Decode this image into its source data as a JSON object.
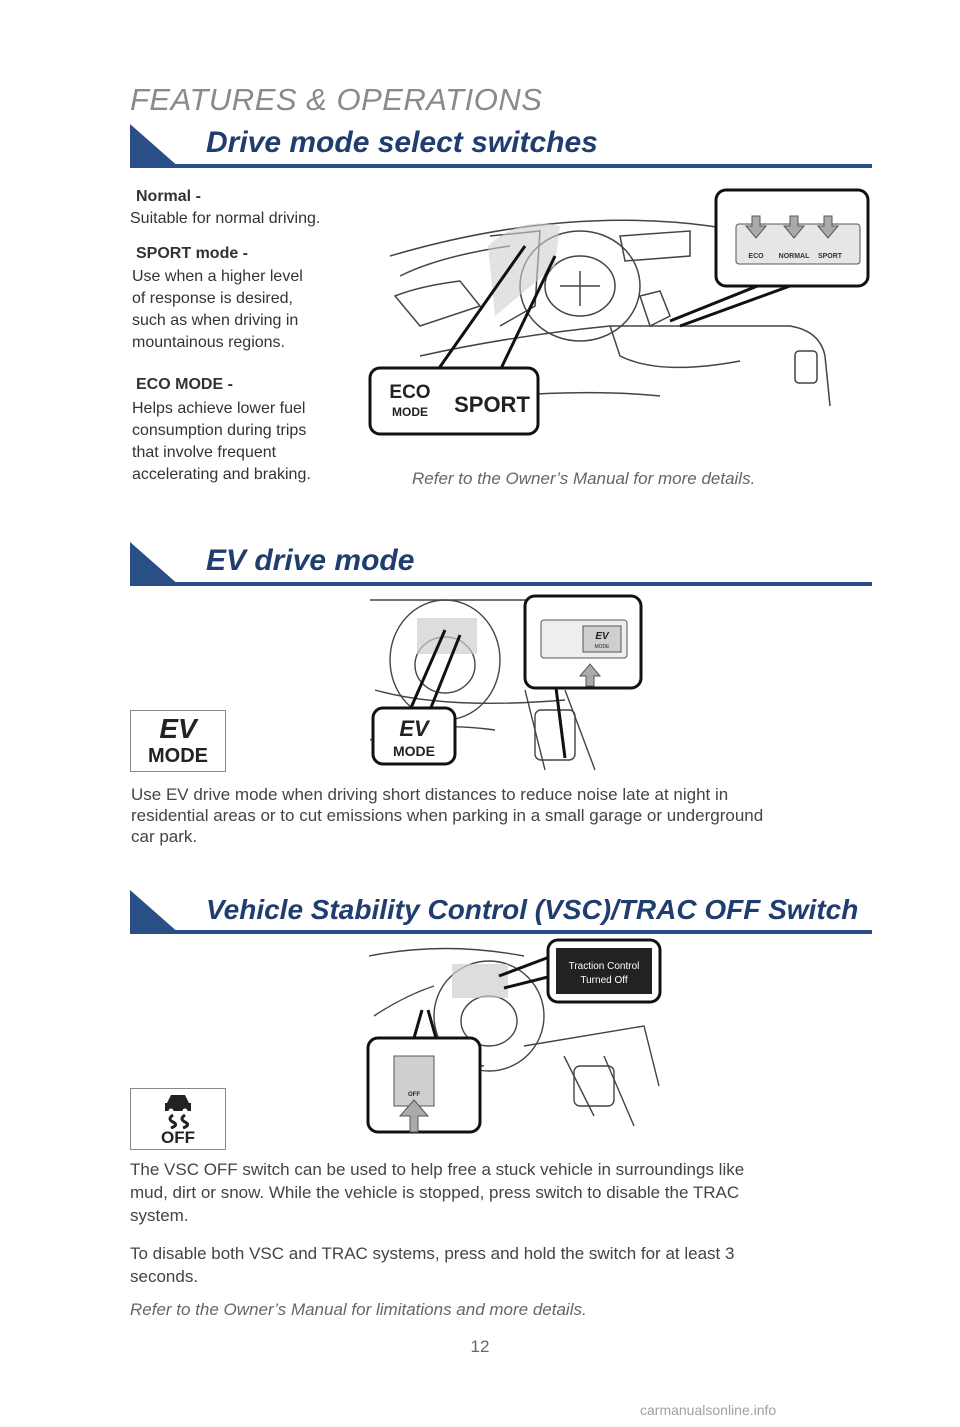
{
  "page": {
    "section_title": "FEATURES & OPERATIONS",
    "page_number": "12",
    "watermark": "carmanualsonline.info"
  },
  "drive_mode": {
    "title": "Drive mode select switches",
    "modes": [
      {
        "name": "Normal",
        "dash": " -",
        "desc": [
          "Suitable for normal driving."
        ]
      },
      {
        "name": "SPORT mode",
        "dash": " -",
        "desc": [
          "Use when a higher level",
          "of response is desired,",
          "such as when driving in",
          "mountainous regions."
        ]
      },
      {
        "name": "ECO MODE",
        "dash": " -",
        "desc": [
          "Helps achieve lower fuel",
          "consumption during trips",
          "that involve frequent",
          "accelerating and braking."
        ]
      }
    ],
    "callout_eco": "ECO",
    "callout_mode": "MODE",
    "callout_sport": "SPORT",
    "switch_labels": [
      "ECO",
      "NORMAL",
      "SPORT"
    ],
    "note": "Refer to the Owner’s Manual for more details."
  },
  "ev_mode": {
    "title": "EV drive mode",
    "icon_ev": "EV",
    "icon_mode": "MODE",
    "description": [
      "Use EV drive mode when driving short distances to reduce noise late at night in",
      "residential areas or to cut emissions when  parking in a small garage or underground",
      "car park."
    ]
  },
  "vsc": {
    "title": "Vehicle Stability Control (VSC)/TRAC OFF Switch",
    "icon_off": "OFF",
    "callout_line1": "Traction Control",
    "callout_line2": "Turned Off",
    "para1": [
      "The VSC OFF switch can be used to help free a stuck vehicle in surroundings like",
      "mud, dirt or snow. While the vehicle is stopped, press switch to disable the TRAC",
      "system."
    ],
    "para2": [
      "To disable both VSC and TRAC systems, press and hold the switch for at least 3",
      "seconds."
    ],
    "note": "Refer to the Owner’s Manual for limitations and more details."
  }
}
